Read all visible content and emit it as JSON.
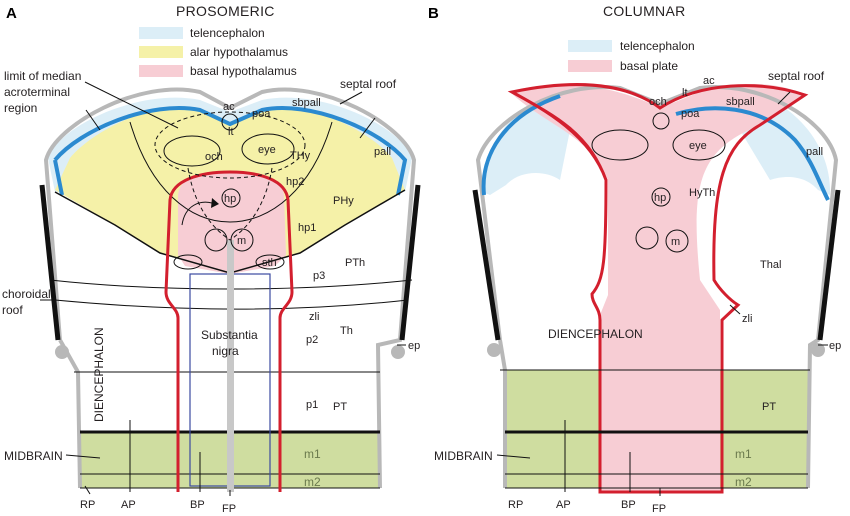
{
  "colors": {
    "telencephalon": "#dceef7",
    "alar": "#f5f1a8",
    "basal": "#f7cdd4",
    "midbrain": "#cfdda0",
    "red": "#d31f2e",
    "blue": "#2b8ad0",
    "grey": "#b8b8b8",
    "nigra_box": "#3b4aa0"
  },
  "panel_a": {
    "letter": "A",
    "title": "PROSOMERIC",
    "legend": [
      "telencephalon",
      "alar hypothalamus",
      "basal hypothalamus"
    ],
    "annotations": {
      "limit_line1": "limit of median",
      "limit_line2": "acroterminal",
      "limit_line3": "region",
      "septal_roof": "septal roof",
      "choroidal_line1": "choroidal",
      "choroidal_line2": "roof",
      "diencephalon": "DIENCEPHALON",
      "midbrain": "MIDBRAIN",
      "nigra_line1": "Substantia",
      "nigra_line2": "nigra"
    },
    "structures": {
      "ac": "ac",
      "poa": "poa",
      "sbpall": "sbpall",
      "lt": "lt",
      "och": "och",
      "eye": "eye",
      "thy": "THy",
      "pall": "pall",
      "hp2": "hp2",
      "phy": "PHy",
      "hp": "hp",
      "hp1": "hp1",
      "m": "m",
      "sth": "sth",
      "p3": "p3",
      "pth": "PTh",
      "zli": "zli",
      "th": "Th",
      "p2": "p2",
      "ep": "ep",
      "p1": "p1",
      "pt": "PT",
      "m1": "m1",
      "m2": "m2"
    },
    "axis": [
      "RP",
      "AP",
      "BP",
      "FP"
    ]
  },
  "panel_b": {
    "letter": "B",
    "title": "COLUMNAR",
    "legend": [
      "telencephalon",
      "basal plate"
    ],
    "annotations": {
      "septal_roof": "septal roof",
      "diencephalon": "DIENCEPHALON",
      "midbrain": "MIDBRAIN"
    },
    "structures": {
      "och": "och",
      "lt": "lt",
      "ac": "ac",
      "poa": "poa",
      "sbpall": "sbpall",
      "eye": "eye",
      "pall": "pall",
      "hp": "hp",
      "hyth": "HyTh",
      "m": "m",
      "thal": "Thal",
      "zli": "zli",
      "ep": "ep",
      "pt": "PT",
      "m1": "m1",
      "m2": "m2"
    },
    "axis": [
      "RP",
      "AP",
      "BP",
      "FP"
    ]
  }
}
